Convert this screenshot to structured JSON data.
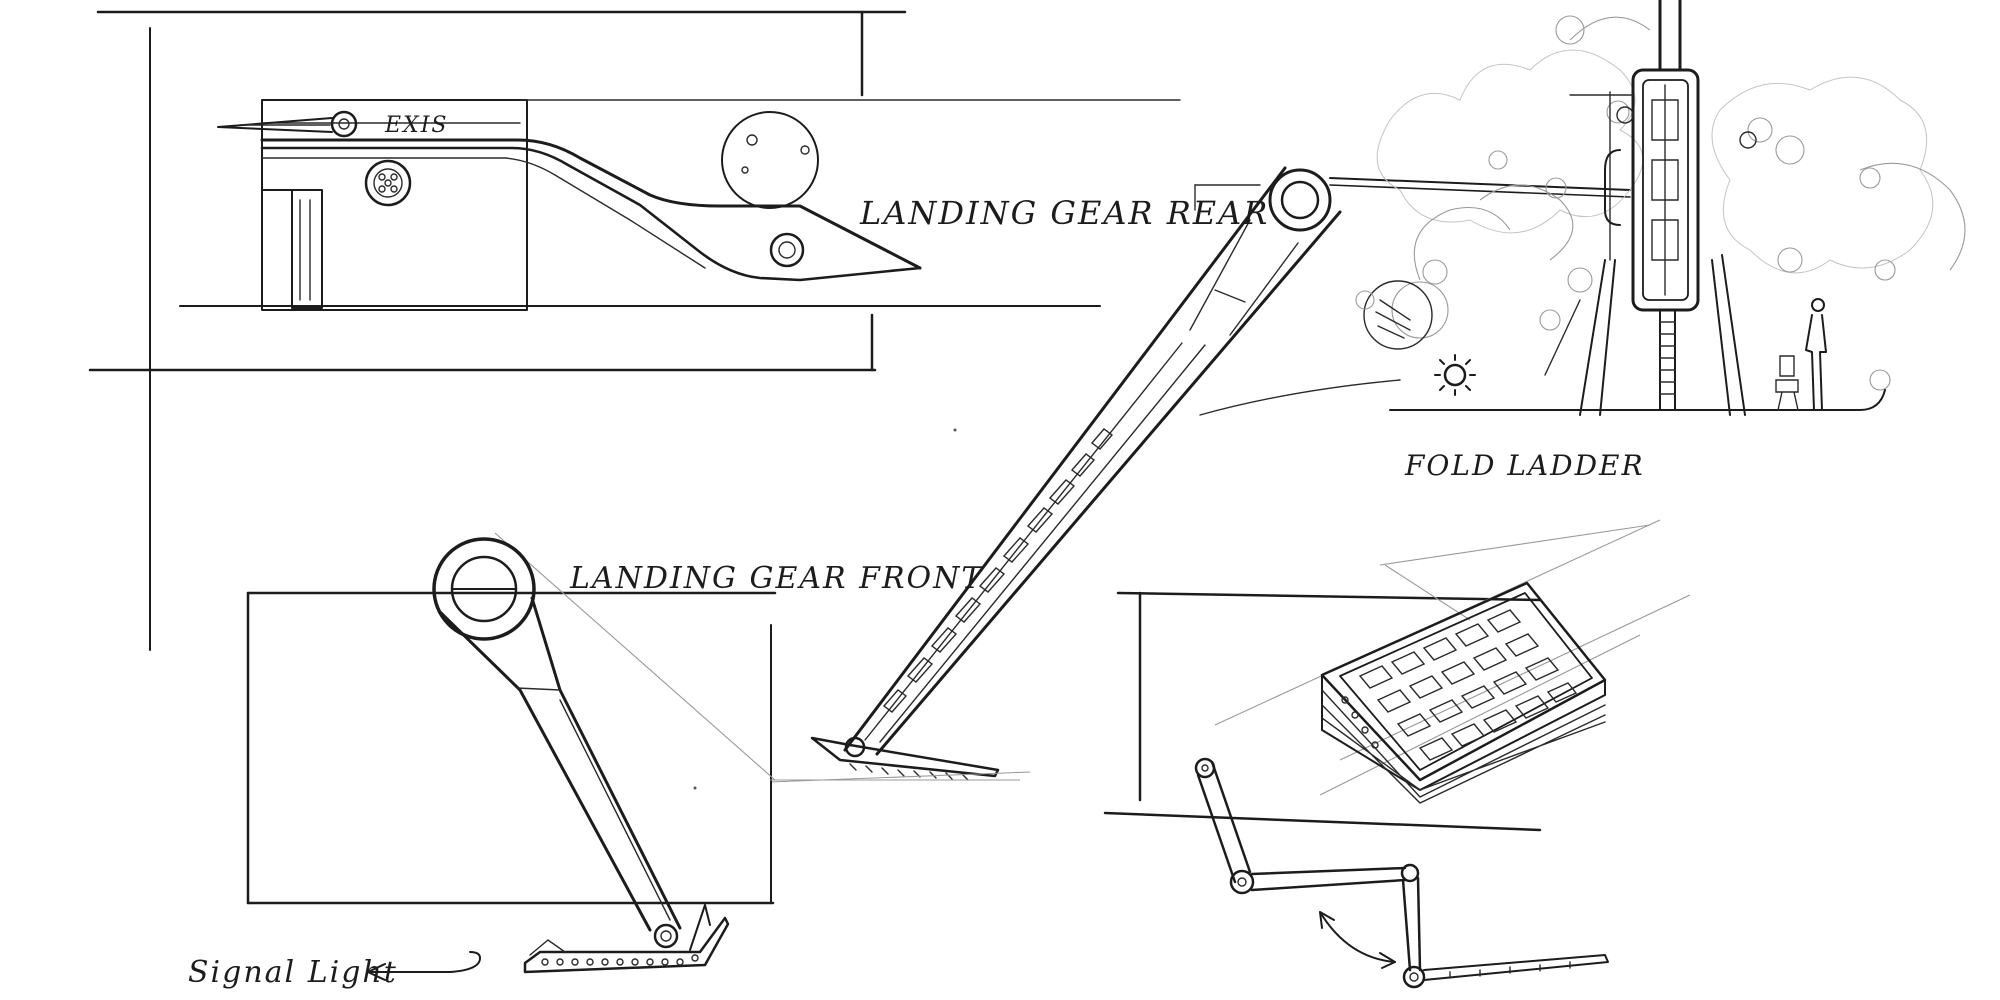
{
  "labels": {
    "axis": "EXIS",
    "landing_gear_rear": "LANDING GEAR REAR",
    "landing_gear_front": "LANDING GEAR FRONT",
    "fold_ladder": "FOLD LADDER",
    "signal_light": "Signal Light"
  },
  "colors": {
    "ink": "#1c1c1c",
    "paper": "#ffffff"
  }
}
